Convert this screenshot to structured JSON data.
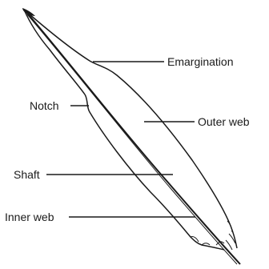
{
  "labels": {
    "emargination": "Emargination",
    "notch": "Notch",
    "outer_web": "Outer web",
    "shaft": "Shaft",
    "inner_web": "Inner web"
  },
  "colors": {
    "ink": "#1a1a1a",
    "background": "#ffffff"
  }
}
